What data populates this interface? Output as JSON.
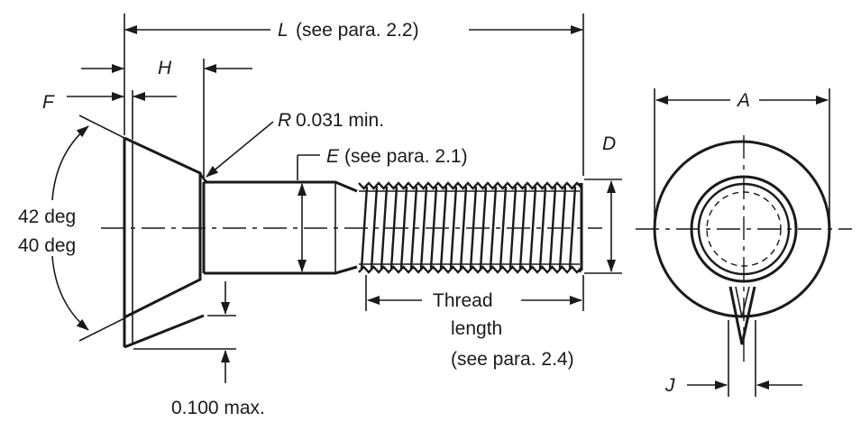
{
  "labels": {
    "L": "L",
    "L_note": "(see para. 2.2)",
    "H": "H",
    "F": "F",
    "R": "R",
    "R_note": "0.031 min.",
    "E": "E",
    "E_note": "(see para. 2.1)",
    "D": "D",
    "A": "A",
    "angle_1": "42 deg",
    "angle_2": "40 deg",
    "thread_1": "Thread",
    "thread_2": "length",
    "thread_3": "(see para. 2.4)",
    "head_max": "0.100 max.",
    "J": "J"
  }
}
